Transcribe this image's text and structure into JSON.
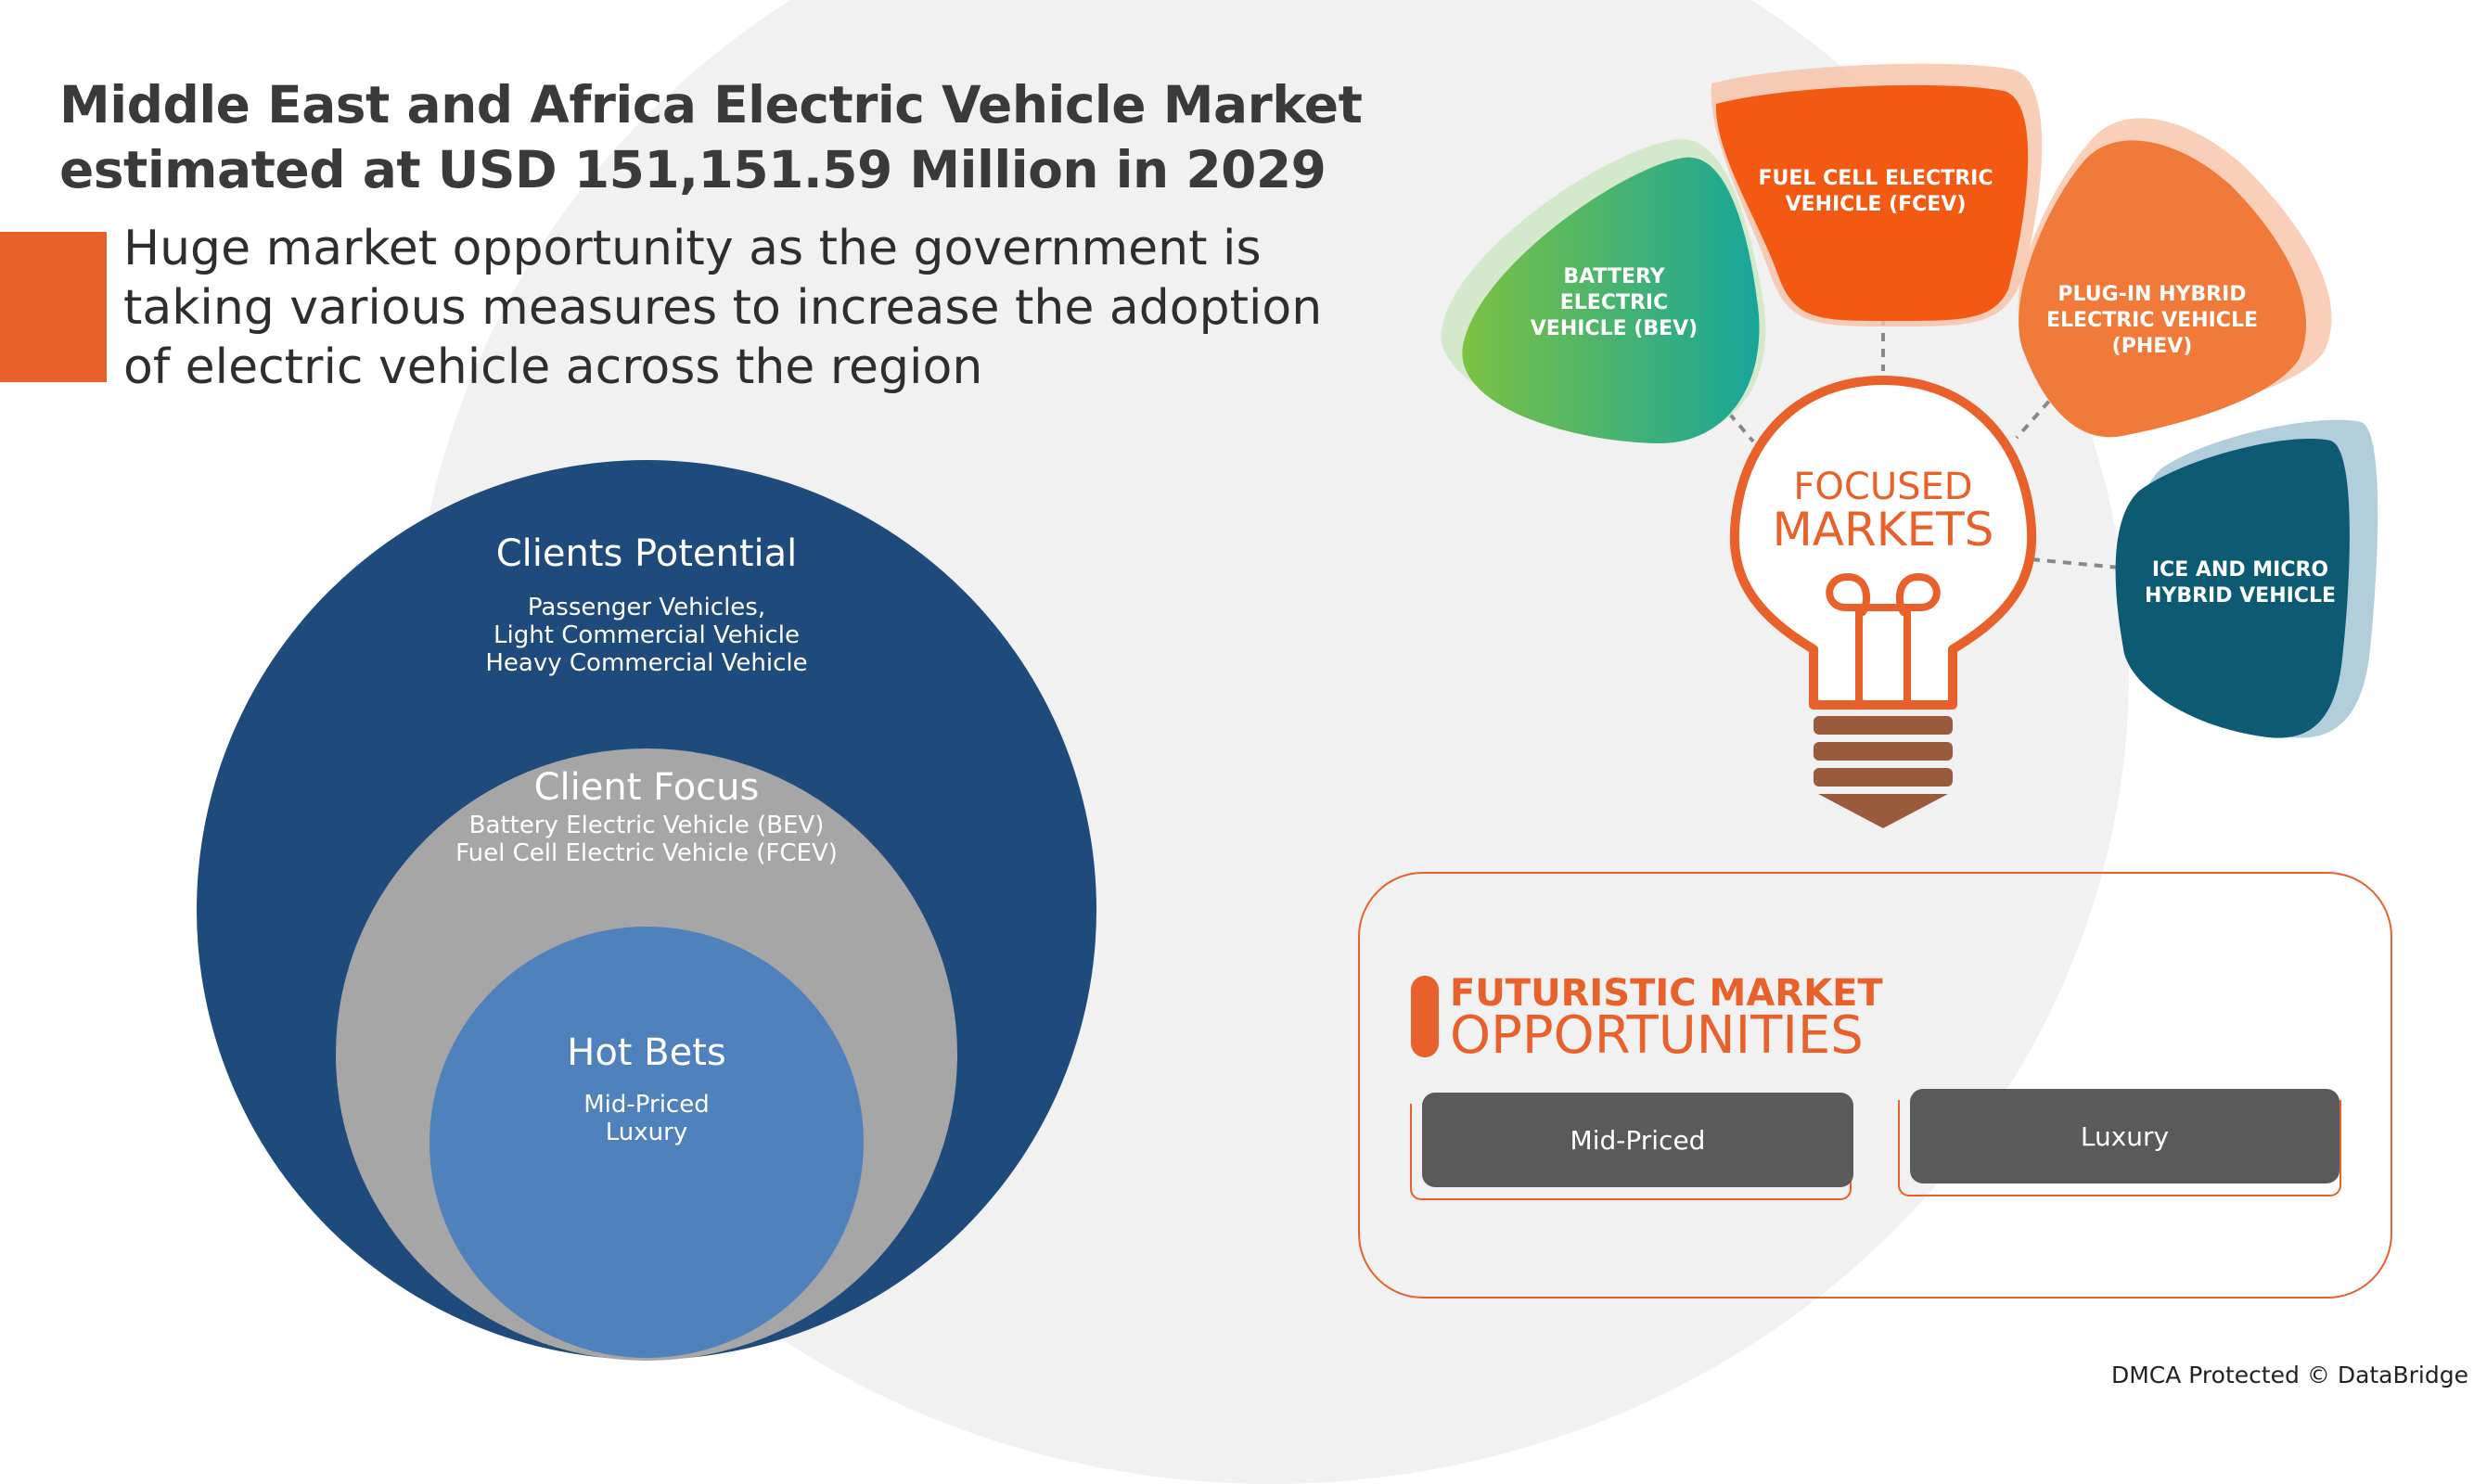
{
  "header": {
    "title_line1": "Middle East and Africa Electric Vehicle Market",
    "title_line2": "estimated at USD  151,151.59 Million in 2029",
    "subtitle_line1": "Huge market opportunity as the government is",
    "subtitle_line2": "taking various measures to increase the adoption",
    "subtitle_line3": "of electric vehicle across the region"
  },
  "circles": {
    "clients_potential": {
      "title": "Clients Potential",
      "items": [
        "Passenger Vehicles,",
        "Light Commercial Vehicle",
        "Heavy Commercial Vehicle"
      ]
    },
    "client_focus": {
      "title": "Client Focus",
      "items": [
        "Battery Electric Vehicle (BEV)",
        "Fuel Cell Electric Vehicle (FCEV)"
      ]
    },
    "hot_bets": {
      "title": "Hot Bets",
      "items": [
        "Mid-Priced",
        "Luxury"
      ]
    }
  },
  "focused_markets": {
    "label_line1": "FOCUSED",
    "label_line2": "MARKETS",
    "petals": [
      {
        "lines": [
          "BATTERY",
          "ELECTRIC",
          "VEHICLE (BEV)"
        ],
        "color": "#28a86a"
      },
      {
        "lines": [
          "FUEL CELL ELECTRIC",
          "VEHICLE (FCEV)"
        ],
        "color": "#f25a14"
      },
      {
        "lines": [
          "PLUG-IN HYBRID",
          "ELECTRIC VEHICLE",
          "(PHEV)"
        ],
        "color": "#f07a3a"
      },
      {
        "lines": [
          "ICE AND MICRO",
          "HYBRID VEHICLE"
        ],
        "color": "#0d5a73"
      }
    ]
  },
  "opportunities": {
    "title_line1": "FUTURISTIC MARKET",
    "title_line2": "OPPORTUNITIES",
    "items": [
      "Mid-Priced",
      "Luxury"
    ]
  },
  "footer": {
    "text": "DMCA Protected © DataBridge"
  },
  "colors": {
    "accent": "#e8612a",
    "outer_circle": "#1f4a7c",
    "middle_circle": "#a6a6a6",
    "inner_circle": "#4f81bd",
    "pill": "#5a5a5a",
    "bulb_base": "#9a5b3c"
  }
}
